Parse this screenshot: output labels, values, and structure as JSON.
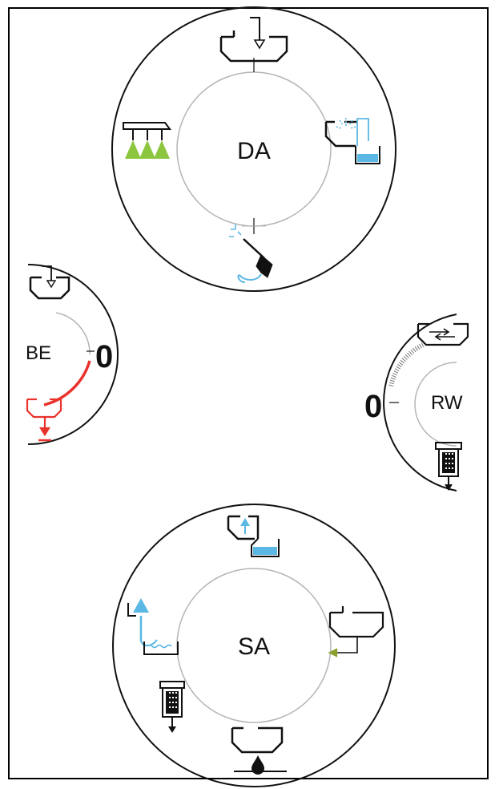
{
  "dials": {
    "da": {
      "label": "DA"
    },
    "be": {
      "label": "BE",
      "value": "0"
    },
    "rw": {
      "label": "RW",
      "value": "0"
    },
    "sa": {
      "label": "SA"
    }
  },
  "colors": {
    "outline": "#111111",
    "inner_ring": "#b5b5b5",
    "water_blue": "#5bb7e3",
    "active_red": "#e8322c",
    "spray_green": "#8cc63f",
    "arrow_olive": "#8aa12c"
  },
  "icons": {
    "da": [
      "tank-fill-icon",
      "tank-clean-icon",
      "nozzle-hose-icon",
      "boom-spray-icon"
    ],
    "be": [
      "tank-fill-icon",
      "tank-drain-icon"
    ],
    "rw": [
      "tank-circulate-icon",
      "filter-drain-icon"
    ],
    "sa": [
      "tank-suction-icon",
      "tank-inlet-icon",
      "tank-empty-icon",
      "filter-drain-icon",
      "water-suction-icon"
    ]
  }
}
